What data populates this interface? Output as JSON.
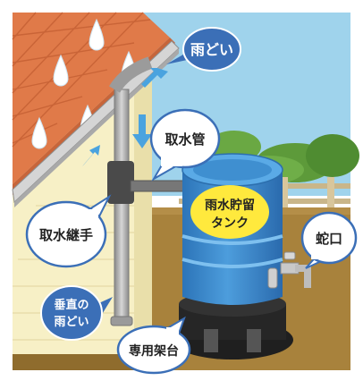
{
  "labels": {
    "gutter": "雨どい",
    "intake_pipe": "取水管",
    "tank_line1": "雨水貯留",
    "tank_line2": "タンク",
    "faucet": "蛇口",
    "joint": "取水継手",
    "downpipe_line1": "垂直の",
    "downpipe_line2": "雨どい",
    "stand": "専用架台"
  },
  "icons": {
    "flow_arrows": "arrow-icon",
    "rain_drops": "raindrop-icon"
  },
  "colors": {
    "sky": "#9fd3ec",
    "ground": "#a8823c",
    "roof": "#e07a49",
    "wall": "#f7f0c6",
    "tank": "#3f8fd0",
    "callout_blue": "#3b6fb7",
    "callout_yellow": "#ffe93d",
    "arrow": "#4aa3df"
  }
}
